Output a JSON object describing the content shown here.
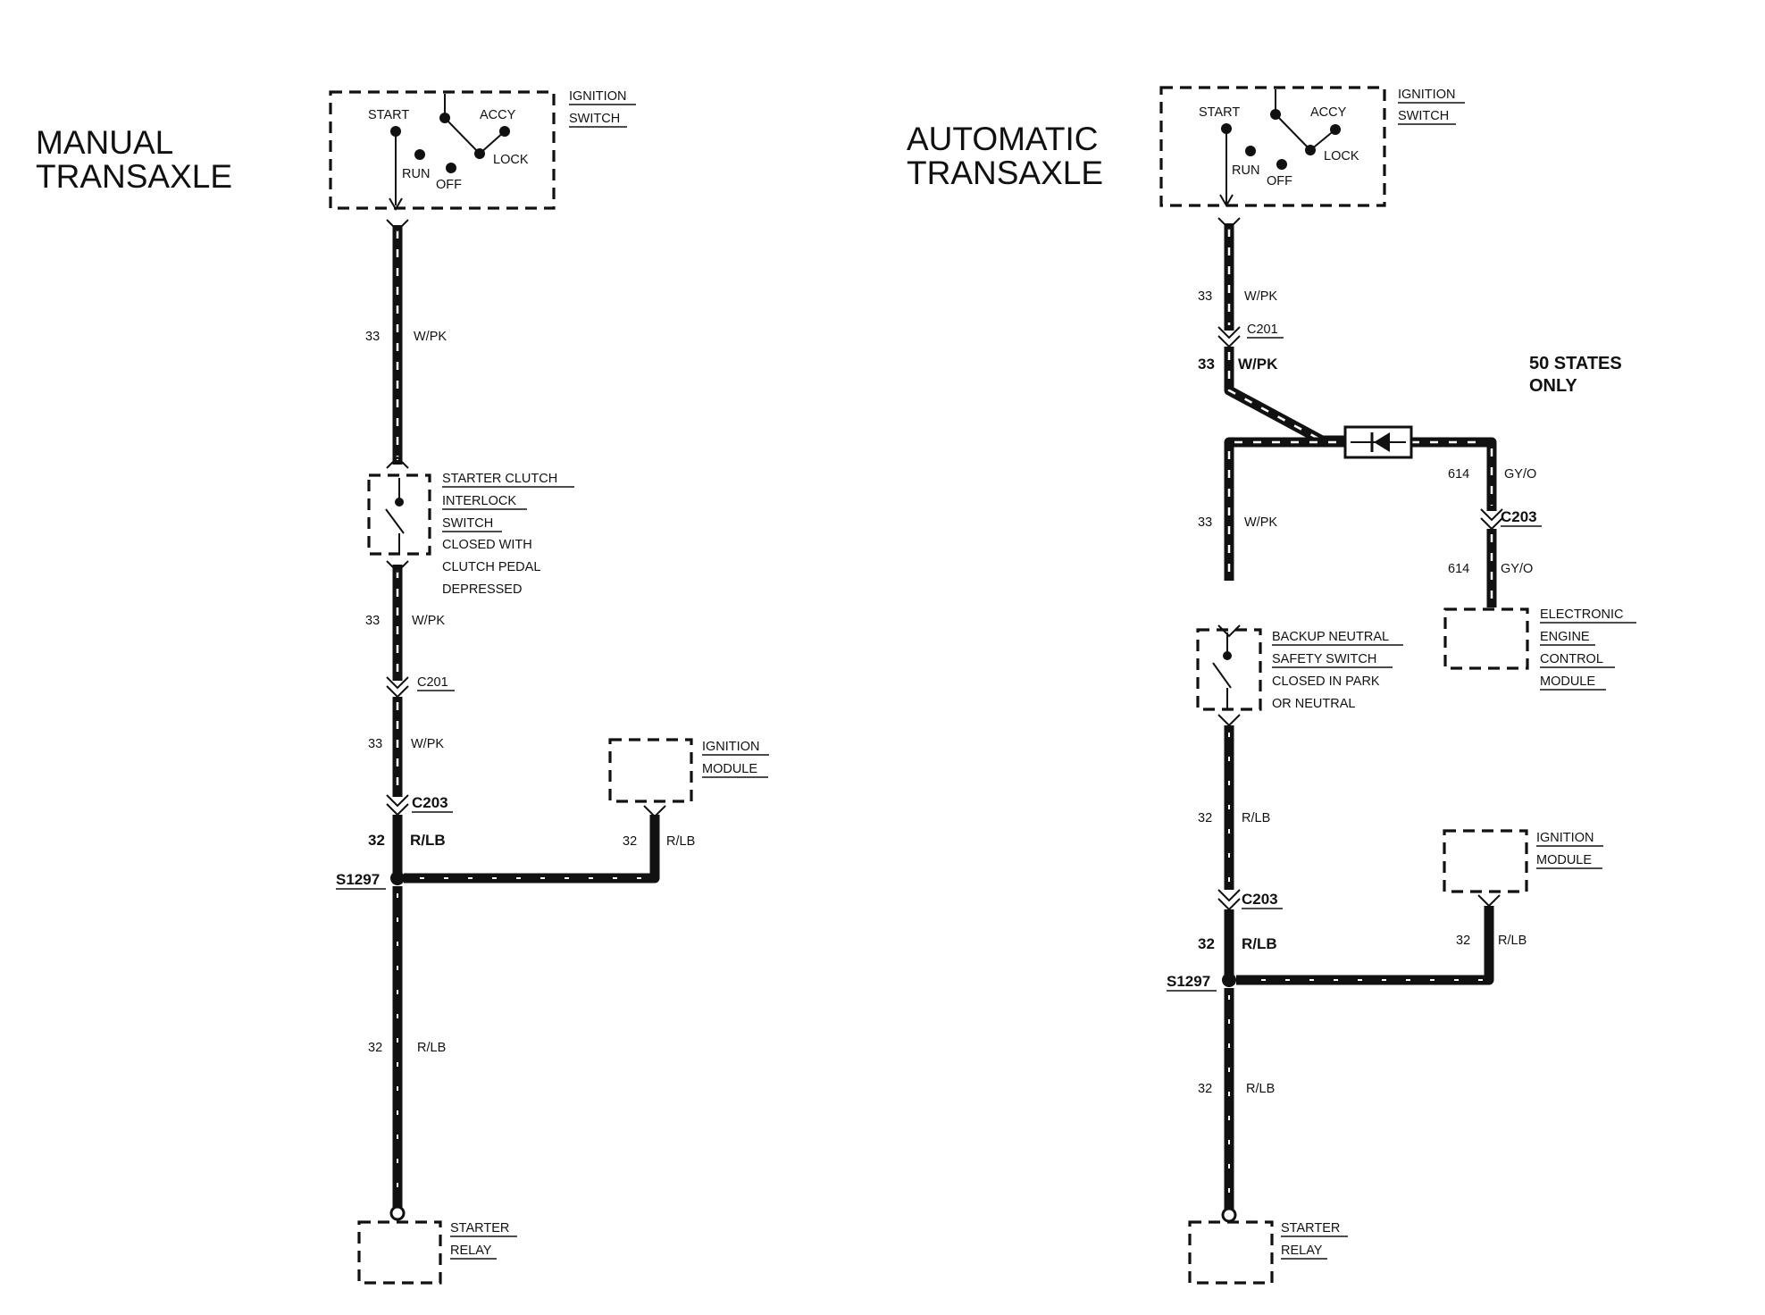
{
  "manual": {
    "title_line1": "MANUAL",
    "title_line2": "TRANSAXLE",
    "ignition_switch": {
      "label_line1": "IGNITION",
      "label_line2": "SWITCH",
      "start": "START",
      "accy": "ACCY",
      "run": "RUN",
      "off": "OFF",
      "lock": "LOCK"
    },
    "wire_a": {
      "circuit": "33",
      "color": "W/PK"
    },
    "interlock_switch": {
      "line1": "STARTER CLUTCH",
      "line2": "INTERLOCK",
      "line3": "SWITCH",
      "line4": "CLOSED WITH",
      "line5": "CLUTCH PEDAL",
      "line6": "DEPRESSED"
    },
    "wire_b": {
      "circuit": "33",
      "color": "W/PK"
    },
    "connector_c201": "C201",
    "wire_c": {
      "circuit": "33",
      "color": "W/PK"
    },
    "connector_c203": "C203",
    "wire_d": {
      "circuit": "32",
      "color": "R/LB"
    },
    "splice": "S1297",
    "ignition_module": {
      "line1": "IGNITION",
      "line2": "MODULE"
    },
    "wire_module": {
      "circuit": "32",
      "color": "R/LB"
    },
    "wire_e": {
      "circuit": "32",
      "color": "R/LB"
    },
    "starter_relay": {
      "line1": "STARTER",
      "line2": "RELAY"
    }
  },
  "automatic": {
    "title_line1": "AUTOMATIC",
    "title_line2": "TRANSAXLE",
    "ignition_switch": {
      "label_line1": "IGNITION",
      "label_line2": "SWITCH",
      "start": "START",
      "accy": "ACCY",
      "run": "RUN",
      "off": "OFF",
      "lock": "LOCK"
    },
    "wire_a": {
      "circuit": "33",
      "color": "W/PK"
    },
    "connector_c201": "C201",
    "wire_b": {
      "circuit": "33",
      "color": "W/PK"
    },
    "note_line1": "50 STATES",
    "note_line2": "ONLY",
    "wire_gy": {
      "circuit": "614",
      "color": "GY/O"
    },
    "connector_c203_eec": "C203",
    "wire_gy2": {
      "circuit": "614",
      "color": "GY/O"
    },
    "eec_module": {
      "line1": "ELECTRONIC",
      "line2": "ENGINE",
      "line3": "CONTROL",
      "line4": "MODULE"
    },
    "wire_c": {
      "circuit": "33",
      "color": "W/PK"
    },
    "neutral_switch": {
      "line1": "BACKUP NEUTRAL",
      "line2": "SAFETY SWITCH",
      "line3": "CLOSED IN PARK",
      "line4": "OR NEUTRAL"
    },
    "wire_d": {
      "circuit": "32",
      "color": "R/LB"
    },
    "connector_c203": "C203",
    "wire_e": {
      "circuit": "32",
      "color": "R/LB"
    },
    "ignition_module": {
      "line1": "IGNITION",
      "line2": "MODULE"
    },
    "wire_module": {
      "circuit": "32",
      "color": "R/LB"
    },
    "splice": "S1297",
    "wire_f": {
      "circuit": "32",
      "color": "R/LB"
    },
    "starter_relay": {
      "line1": "STARTER",
      "line2": "RELAY"
    }
  }
}
